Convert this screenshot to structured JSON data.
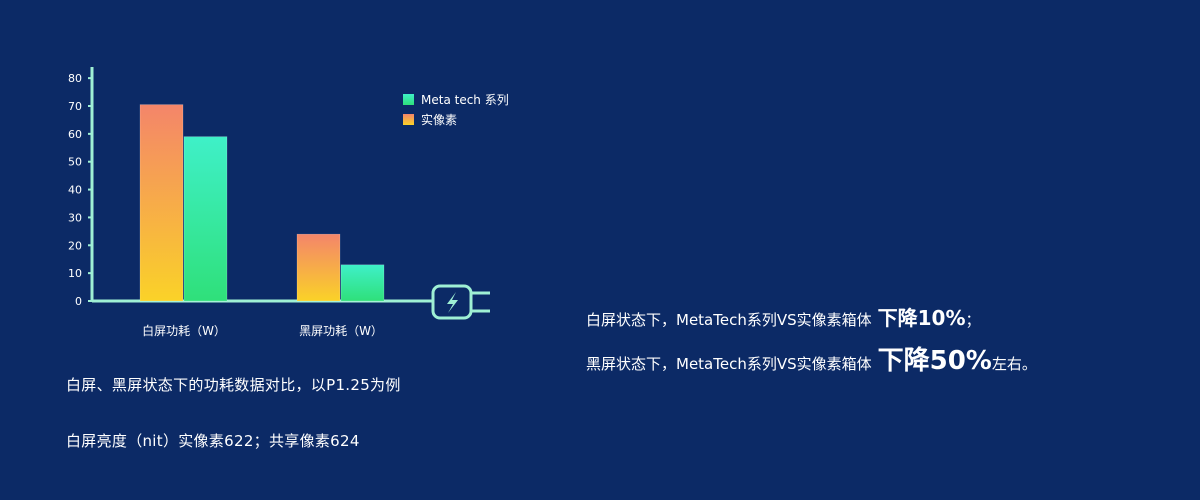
{
  "chart_data": {
    "type": "bar",
    "categories": [
      "白屏功耗（W）",
      "黑屏功耗（W）"
    ],
    "series": [
      {
        "name": "Meta tech 系列",
        "values": [
          59,
          13
        ],
        "color": "#3ff0c8",
        "color_bottom": "#2fe07a"
      },
      {
        "name": "实像素",
        "values": [
          70.5,
          24
        ],
        "color": "#f4856a",
        "color_bottom": "#fad228"
      }
    ],
    "yticks": [
      0,
      10,
      20,
      30,
      40,
      50,
      60,
      70,
      80
    ],
    "ylim": [
      0,
      84
    ],
    "legend_position": "top-right",
    "axis_color": "#9ff0d4"
  },
  "captions": {
    "comparison": "白屏、黑屏状态下的功耗数据对比，以P1.25为例",
    "brightness": "白屏亮度（nit）实像素622；共享像素624"
  },
  "statements": {
    "white": {
      "prefix": "白屏状态下，MetaTech系列VS实像素箱体",
      "highlight": "下降10%",
      "suffix": "；"
    },
    "black": {
      "prefix": "黑屏状态下，MetaTech系列VS实像素箱体",
      "highlight": "下降50%",
      "suffix": "左右。"
    }
  },
  "icons": {
    "plug": "plug-icon"
  }
}
